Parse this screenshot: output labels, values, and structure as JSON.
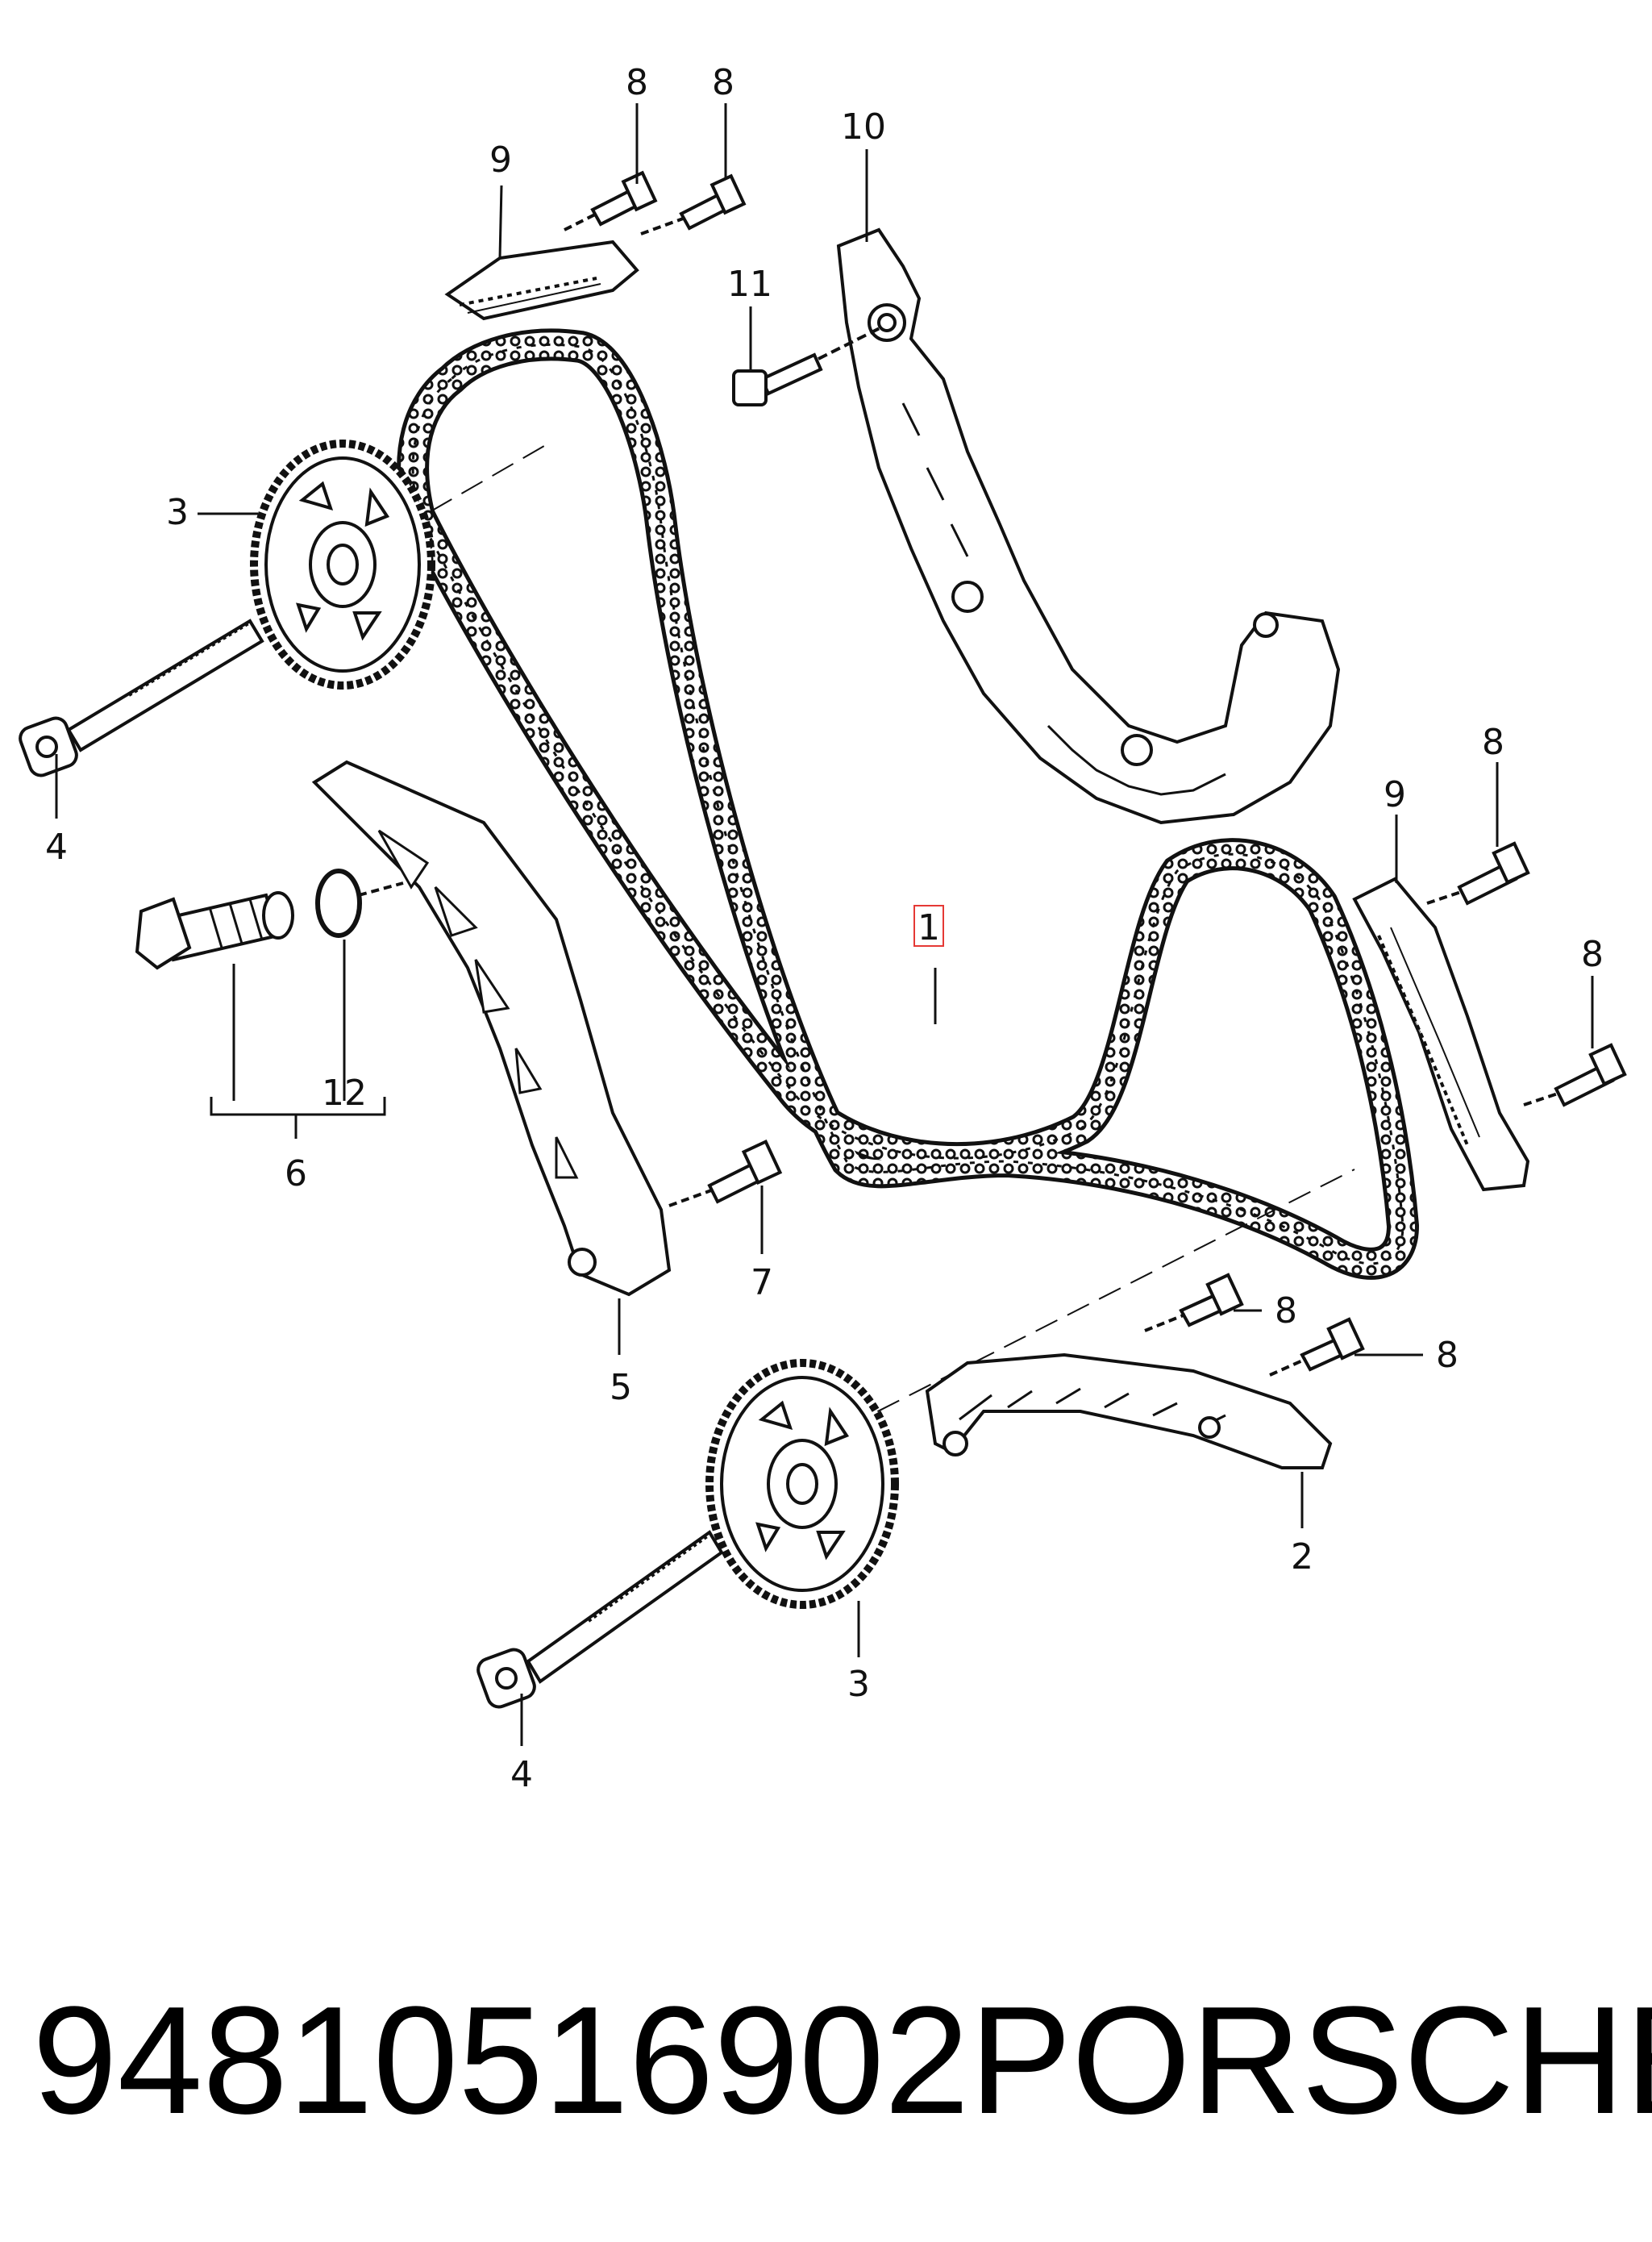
{
  "diagram": {
    "callouts": [
      {
        "id": "c-8a",
        "text": "8"
      },
      {
        "id": "c-8b",
        "text": "8"
      },
      {
        "id": "c-10",
        "text": "10"
      },
      {
        "id": "c-9a",
        "text": "9"
      },
      {
        "id": "c-11",
        "text": "11"
      },
      {
        "id": "c-3a",
        "text": "3"
      },
      {
        "id": "c-4a",
        "text": "4"
      },
      {
        "id": "c-8c",
        "text": "8"
      },
      {
        "id": "c-9b",
        "text": "9"
      },
      {
        "id": "c-1",
        "text": "1"
      },
      {
        "id": "c-8d",
        "text": "8"
      },
      {
        "id": "c-12",
        "text": "12"
      },
      {
        "id": "c-6",
        "text": "6"
      },
      {
        "id": "c-7",
        "text": "7"
      },
      {
        "id": "c-5",
        "text": "5"
      },
      {
        "id": "c-8e",
        "text": "8"
      },
      {
        "id": "c-8f",
        "text": "8"
      },
      {
        "id": "c-2",
        "text": "2"
      },
      {
        "id": "c-3b",
        "text": "3"
      },
      {
        "id": "c-4b",
        "text": "4"
      }
    ],
    "highlight_color": "#e53935",
    "line_color": "#111111"
  },
  "caption": {
    "part_number": "94810516902",
    "brand": "PORSCHE"
  }
}
